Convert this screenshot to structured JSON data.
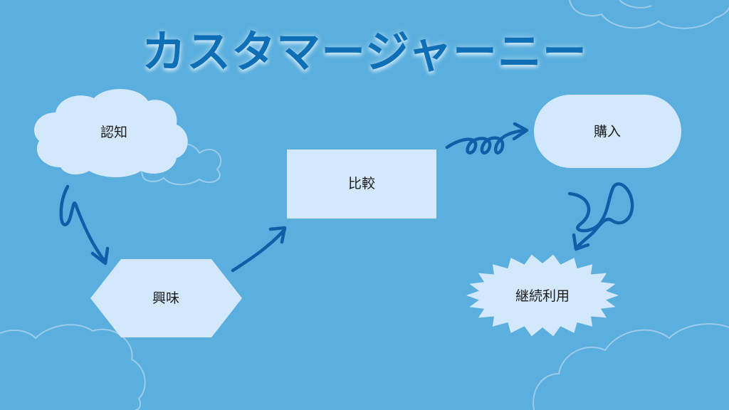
{
  "title": "カスタマージャーニー",
  "colors": {
    "background": "#5aafde",
    "title": "#0f6fb6",
    "node_fill": "#d3e8fb",
    "arrow": "#0d5fa8",
    "outline": "#9ccbea"
  },
  "nodes": [
    {
      "id": "awareness",
      "label": "認知",
      "shape": "cloud"
    },
    {
      "id": "interest",
      "label": "興味",
      "shape": "hexagon"
    },
    {
      "id": "comparison",
      "label": "比較",
      "shape": "rectangle"
    },
    {
      "id": "purchase",
      "label": "購入",
      "shape": "pill"
    },
    {
      "id": "retention",
      "label": "継続利用",
      "shape": "starburst"
    }
  ],
  "edges": [
    {
      "from": "awareness",
      "to": "interest"
    },
    {
      "from": "interest",
      "to": "comparison"
    },
    {
      "from": "comparison",
      "to": "purchase"
    },
    {
      "from": "purchase",
      "to": "retention"
    }
  ]
}
